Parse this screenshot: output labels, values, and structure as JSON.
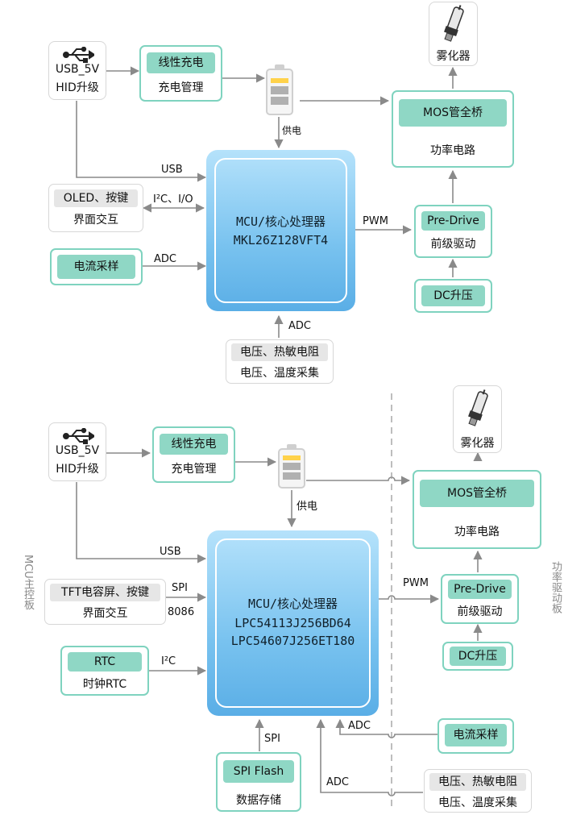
{
  "top": {
    "usb_label1": "USB_5V",
    "usb_label2": "HID升级",
    "charger_title": "线性充电",
    "charger_sub": "充电管理",
    "supply_label": "供电",
    "atomizer_label": "雾化器",
    "mos_title": "MOS管全桥",
    "mos_sub": "功率电路",
    "usb_wire": "USB",
    "oled_title": "OLED、按键",
    "oled_sub": "界面交互",
    "i2c_label": "I²C、I/O",
    "mcu_line1": "MCU/核心处理器",
    "mcu_line2": "MKL26Z128VFT4",
    "pwm_label": "PWM",
    "predrive_title": "Pre-Drive",
    "predrive_sub": "前级驱动",
    "current_title": "电流采样",
    "adc_label": "ADC",
    "dc_title": "DC升压",
    "adc_bottom_label": "ADC",
    "sensor_title": "电压、热敏电阻",
    "sensor_sub": "电压、温度采集"
  },
  "bottom": {
    "usb_label1": "USB_5V",
    "usb_label2": "HID升级",
    "charger_title": "线性充电",
    "charger_sub": "充电管理",
    "supply_label": "供电",
    "atomizer_label": "雾化器",
    "mos_title": "MOS管全桥",
    "mos_sub": "功率电路",
    "usb_wire": "USB",
    "mcu_board_label": "MCU主控板",
    "power_board_label": "功率驱动板",
    "tft_title": "TFT电容屏、按键",
    "tft_sub": "界面交互",
    "spi_label": "SPI",
    "bus_8086": "8086",
    "mcu_line1": "MCU/核心处理器",
    "mcu_line2": "LPC54113J256BD64",
    "mcu_line3": "LPC54607J256ET180",
    "pwm_label": "PWM",
    "predrive_title": "Pre-Drive",
    "predrive_sub": "前级驱动",
    "dc_title": "DC升压",
    "rtc_title": "RTC",
    "rtc_sub": "时钟RTC",
    "i2c_label": "I²C",
    "adc_label_1": "ADC",
    "current_title": "电流采样",
    "spi_label_2": "SPI",
    "flash_title": "SPI Flash",
    "flash_sub": "数据存储",
    "adc_label_2": "ADC",
    "sensor_title": "电压、热敏电阻",
    "sensor_sub": "电压、温度采集"
  }
}
